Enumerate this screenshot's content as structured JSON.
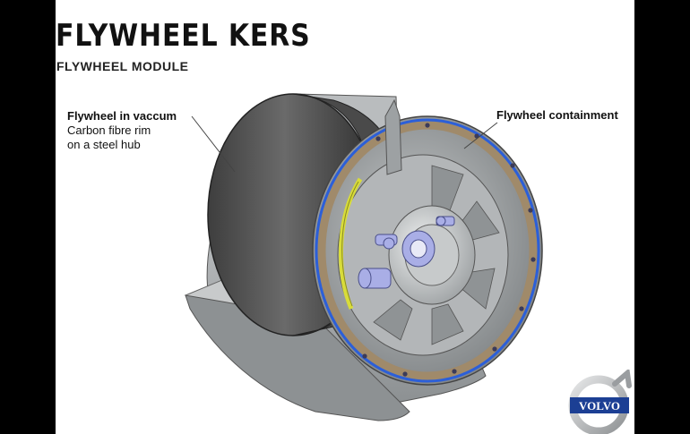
{
  "title": "FLYWHEEL KERS",
  "subtitle": "FLYWHEEL MODULE",
  "callouts": {
    "flywheel": {
      "heading": "Flywheel in vaccum",
      "line1": "Carbon fibre rim",
      "line2": "on a steel hub"
    },
    "containment": {
      "heading": "Flywheel containment"
    }
  },
  "logo": {
    "text": "VOLVO",
    "color": "#1c3f94",
    "icon": "volvo-logo-icon"
  },
  "colors": {
    "rim": "#5a5a5a",
    "casing": "#a8abad",
    "bronze_ring": "#a08a6a",
    "blue_seal": "#2c5fd8",
    "yellow_band": "#d8dc3a",
    "hub_parts": "#a9aee6"
  }
}
